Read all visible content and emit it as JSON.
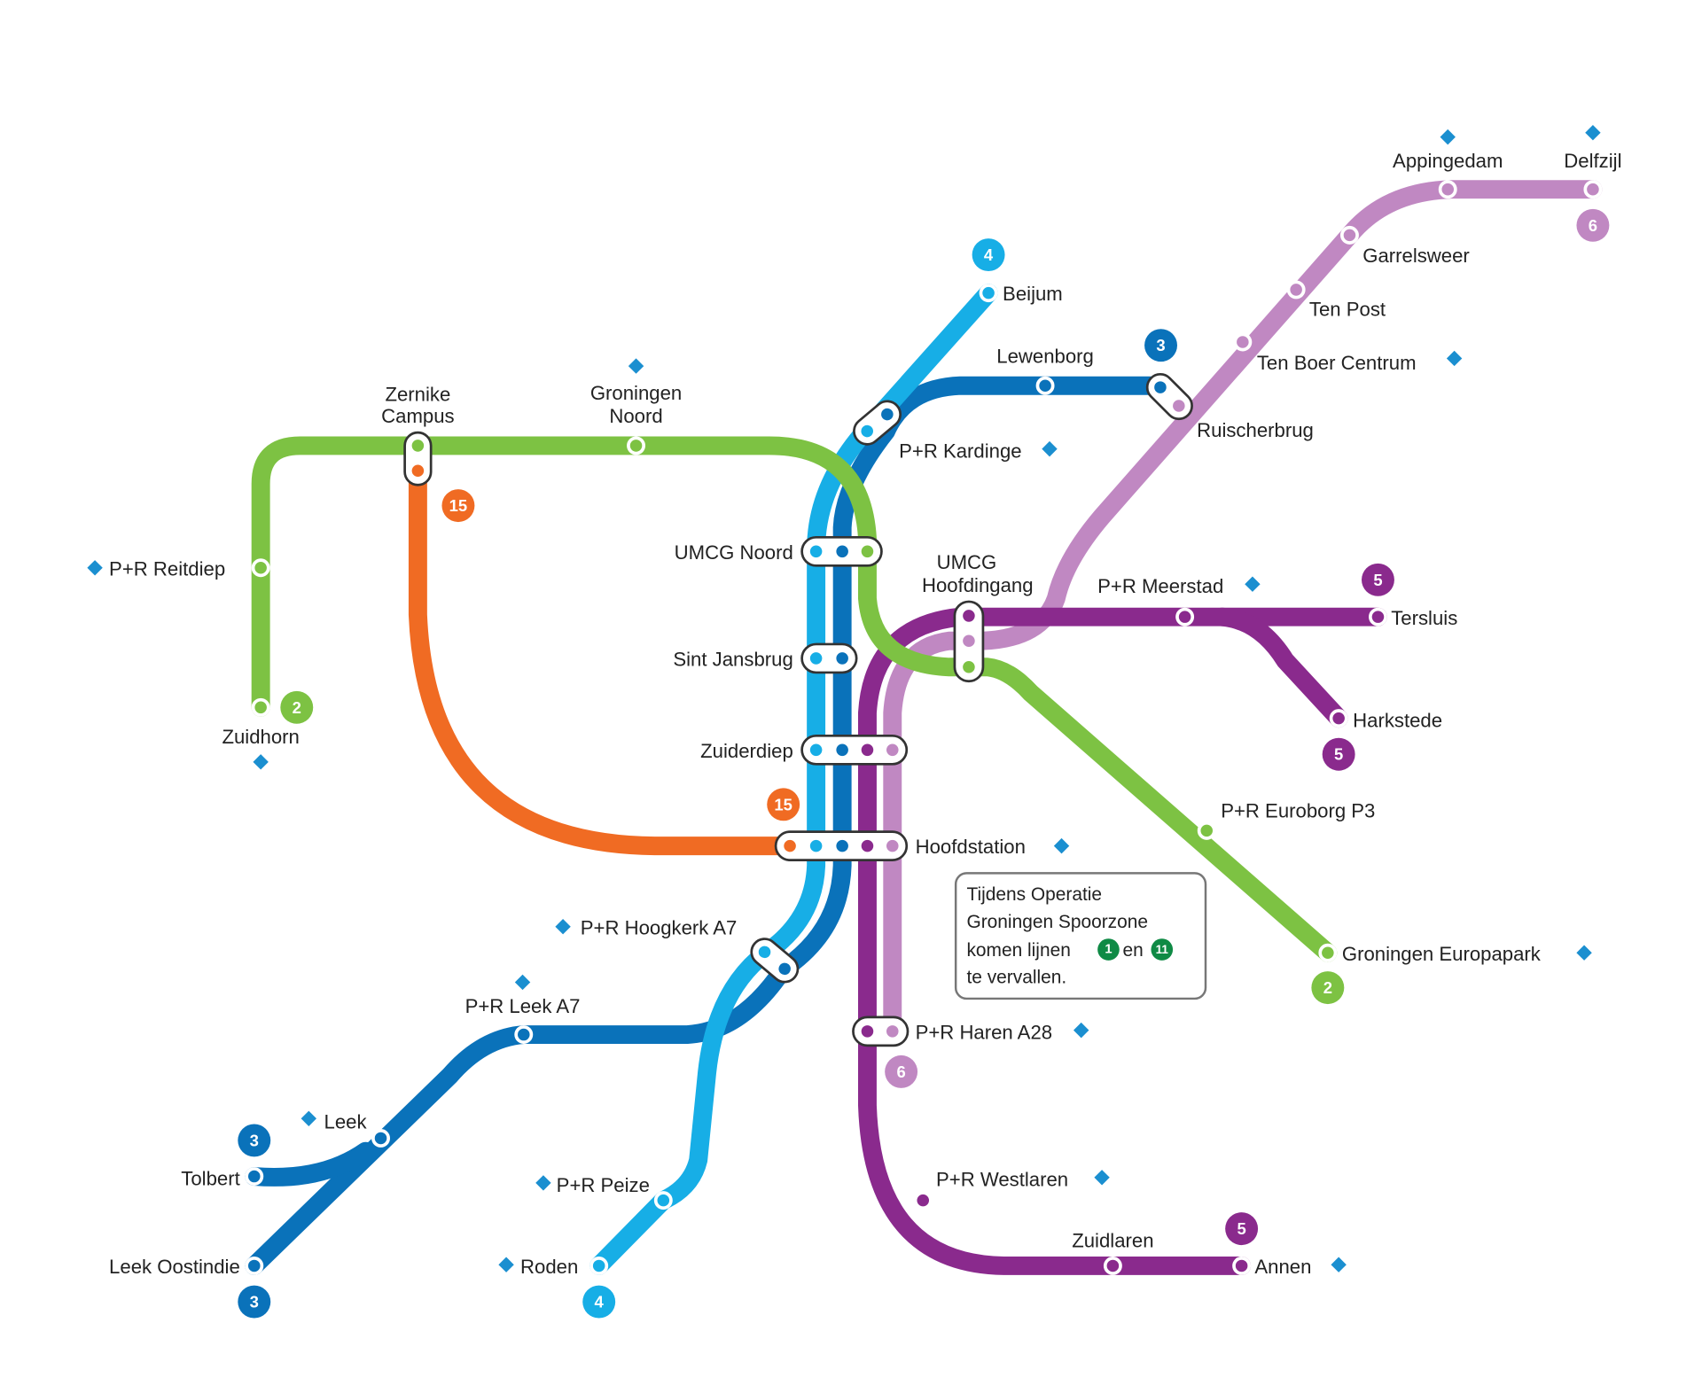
{
  "title": "Lijnennetwerk Groningen",
  "colors": {
    "line2": "#7dc243",
    "line15": "#f06b23",
    "line4": "#17aee6",
    "line3": "#0a72ba",
    "line5": "#8a2a8d",
    "line6": "#c088c2",
    "notice_badge": "#0f8a45",
    "park_ride": "#1b8fd0"
  },
  "lines": {
    "l2": "2",
    "l15": "15",
    "l4": "4",
    "l3": "3",
    "l5": "5",
    "l6": "6"
  },
  "stations": {
    "zernike_1": "Zernike",
    "zernike_2": "Campus",
    "gron_noord_1": "Groningen",
    "gron_noord_2": "Noord",
    "reitdiep": "P+R Reitdiep",
    "zuidhorn": "Zuidhorn",
    "beijum": "Beijum",
    "lewenborg": "Lewenborg",
    "kardinge": "P+R Kardinge",
    "umcg_noord": "UMCG Noord",
    "sint_jansbrug": "Sint Jansbrug",
    "zuiderdiep": "Zuiderdiep",
    "hoofdstation": "Hoofdstation",
    "umcg_hoofd_1": "UMCG",
    "umcg_hoofd_2": "Hoofdingang",
    "meerstad": "P+R Meerstad",
    "tersluis": "Tersluis",
    "harkstede": "Harkstede",
    "euroborg": "P+R Euroborg P3",
    "europapark": "Groningen Europapark",
    "appingedam": "Appingedam",
    "delfzijl": "Delfzijl",
    "garrelsweer": "Garrelsweer",
    "ten_post": "Ten Post",
    "ten_boer": "Ten Boer Centrum",
    "ruischerbrug": "Ruischerbrug",
    "hoogkerk": "P+R Hoogkerk A7",
    "leek_a7": "P+R Leek A7",
    "leek": "Leek",
    "tolbert": "Tolbert",
    "leek_oostindie": "Leek Oostindie",
    "peize": "P+R Peize",
    "roden": "Roden",
    "haren": "P+R Haren A28",
    "westlaren": "P+R Westlaren",
    "zuidlaren": "Zuidlaren",
    "annen": "Annen"
  },
  "notice": {
    "line1": "Tijdens Operatie",
    "line2": "Groningen Spoorzone",
    "line3a": "komen lijnen",
    "badge1": "1",
    "line3b": "en",
    "badge2": "11",
    "line4": "te vervallen."
  }
}
